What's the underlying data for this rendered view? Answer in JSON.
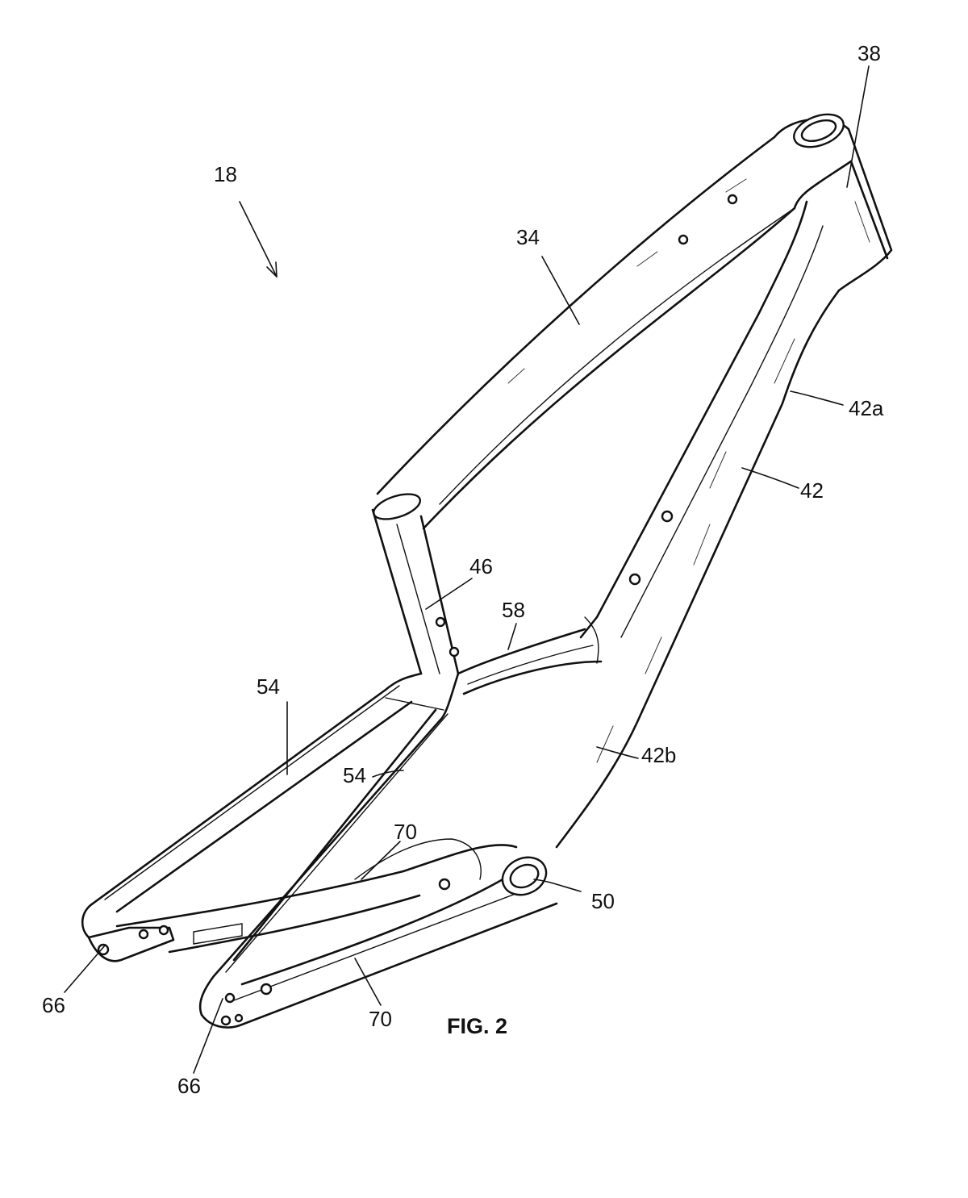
{
  "figure": {
    "caption": "FIG. 2"
  },
  "reference_numerals": {
    "frame": "18",
    "head_tube": "38",
    "top_tube": "34",
    "down_tube_upper": "42a",
    "down_tube": "42",
    "seat_tube": "46",
    "brace": "58",
    "seat_stay_left": "54",
    "seat_stay_right": "54",
    "chain_stay_upper": "70",
    "chain_stay_lower": "70",
    "down_tube_lower": "42b",
    "bottom_bracket": "50",
    "dropout_left": "66",
    "dropout_right": "66"
  }
}
